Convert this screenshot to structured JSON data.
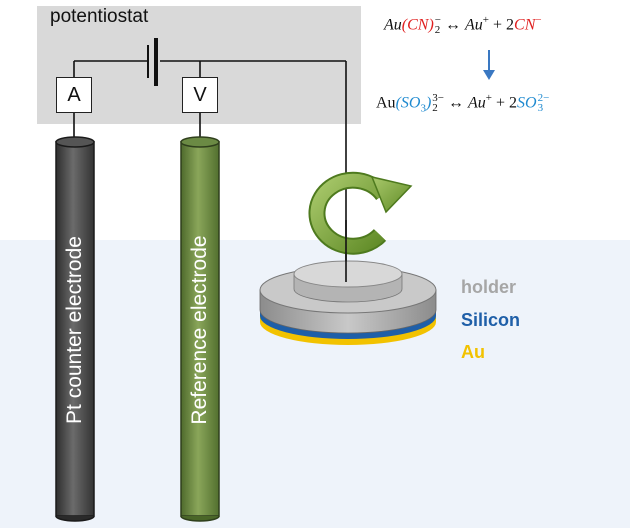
{
  "box": {
    "title": "potentiostat"
  },
  "meters": {
    "ammeter": "A",
    "voltmeter": "V"
  },
  "electrodes": {
    "counter": "Pt counter electrode",
    "reference": "Reference electrode"
  },
  "layers": [
    {
      "name": "holder",
      "color": "#a6a6a6"
    },
    {
      "name": "Silicon",
      "color": "#1f5fa8"
    },
    {
      "name": "Au",
      "color": "#f2c200"
    }
  ],
  "equation1": {
    "left": "Au",
    "ligand": "(CN)",
    "sub": "2",
    "sup": "−",
    "arrow": "↔",
    "ion": "Au",
    "ion_sup": "+",
    "plus": "+ 2",
    "anion": "CN",
    "anion_sup": "−"
  },
  "equation2": {
    "left": "Au",
    "ligand": "(SO",
    "ligand_sub": "3",
    "ligand_close": ")",
    "sub": "2",
    "sup": "3−",
    "arrow": "↔",
    "ion": "Au",
    "ion_sup": "+",
    "plus": "+ 2",
    "anion": "SO",
    "anion_sub": "3",
    "anion_sup": "2−"
  },
  "colors": {
    "counter_electrode": "#4d4d4d",
    "reference_electrode": "#6e8a45",
    "rotation_arrow": "#7aa33a",
    "down_arrow": "#3a78c2",
    "highlight_red": "#e02020",
    "highlight_blue": "#1f8ad0"
  }
}
